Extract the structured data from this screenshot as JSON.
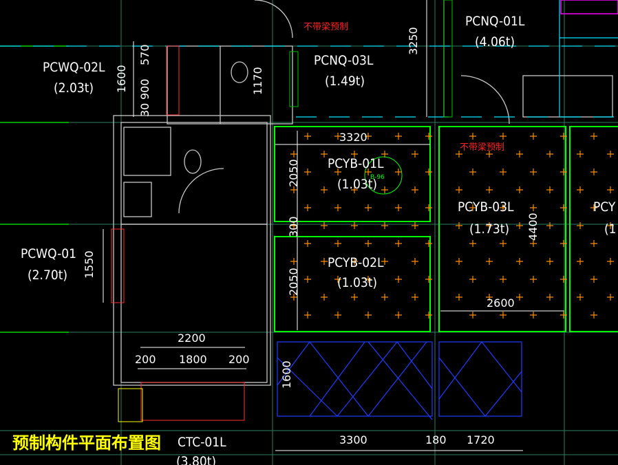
{
  "title": "预制构件平面布置图",
  "components": [
    {
      "name": "PCWQ-02L",
      "weight": "(2.03t)"
    },
    {
      "name": "PCNQ-03L",
      "weight": "(1.49t)"
    },
    {
      "name": "PCNQ-01L",
      "weight": "(4.06t)"
    },
    {
      "name": "PCYB-01L",
      "weight": "(1.03t)"
    },
    {
      "name": "PCYB-02L",
      "weight": "(1.03t)"
    },
    {
      "name": "PCYB-03L",
      "weight": "(1.73t)"
    },
    {
      "name": "PCY",
      "weight": "(1"
    },
    {
      "name": "PCWQ-01",
      "weight": "(2.70t)"
    },
    {
      "name": "CTC-01L",
      "weight": "(3.80t)"
    }
  ],
  "notes": [
    "不带梁预制",
    "不带梁预制"
  ],
  "marker": "B-96",
  "dimensions": {
    "d570": "570",
    "d1600a": "1600",
    "d900": "900",
    "d30": "30",
    "d1170": "1170",
    "d3250": "3250",
    "d3320": "3320",
    "d2050a": "2050",
    "d300": "300",
    "d2050b": "2050",
    "d4400": "4400",
    "d2600": "2600",
    "d1550": "1550",
    "d2200": "2200",
    "d200a": "200",
    "d1800": "1800",
    "d200b": "200",
    "d1600b": "1600",
    "d3300": "3300",
    "d180": "180",
    "d1720": "1720"
  },
  "colors": {
    "background": "#000000",
    "title": "#ffff00",
    "note": "#ff2020",
    "slab": "#00ff00",
    "grid": "#2f7f5f",
    "hatch": "#ff8c00",
    "glass": "#1e3cff"
  }
}
